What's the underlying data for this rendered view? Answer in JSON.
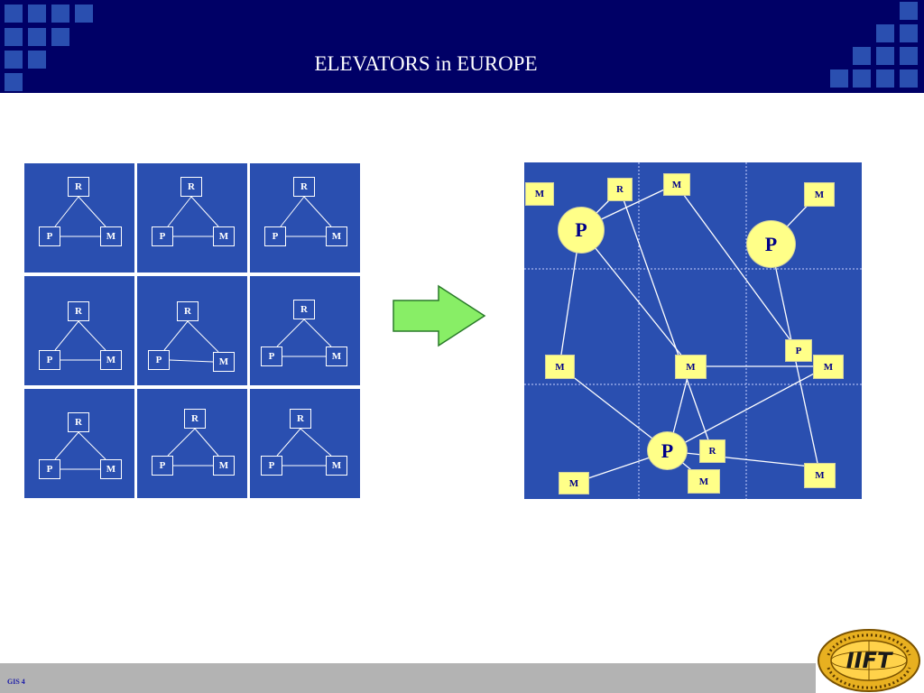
{
  "header": {
    "title": "ELEVATORS in EUROPE"
  },
  "footer": {
    "label": "GIS 4"
  },
  "colors": {
    "header_bg": "#000066",
    "panel_bg": "#2a4fb0",
    "node_fill": "#ffff88",
    "arrow_fill": "#88ee66"
  },
  "left_grid": {
    "cells": [
      {
        "top": "R",
        "left": "P",
        "right": "M"
      },
      {
        "top": "R",
        "left": "P",
        "right": "M"
      },
      {
        "top": "R",
        "left": "P",
        "right": "M"
      },
      {
        "top": "R",
        "left": "P",
        "right": "M"
      },
      {
        "top": "R",
        "left": "P",
        "right": "M"
      },
      {
        "top": "R",
        "left": "P",
        "right": "M"
      },
      {
        "top": "R",
        "left": "P",
        "right": "M"
      },
      {
        "top": "R",
        "left": "P",
        "right": "M"
      },
      {
        "top": "R",
        "left": "P",
        "right": "M"
      }
    ]
  },
  "arrow": {
    "icon": "right-arrow-icon"
  },
  "network": {
    "nodes": [
      {
        "id": "m1",
        "label": "M"
      },
      {
        "id": "r1",
        "label": "R"
      },
      {
        "id": "m2",
        "label": "M"
      },
      {
        "id": "m3",
        "label": "M"
      },
      {
        "id": "p1",
        "label": "P"
      },
      {
        "id": "p2",
        "label": "P"
      },
      {
        "id": "p3",
        "label": "P"
      },
      {
        "id": "m4",
        "label": "M"
      },
      {
        "id": "m5",
        "label": "M"
      },
      {
        "id": "m6",
        "label": "M"
      },
      {
        "id": "p4",
        "label": "P"
      },
      {
        "id": "r2",
        "label": "R"
      },
      {
        "id": "m7",
        "label": "M"
      },
      {
        "id": "m8",
        "label": "M"
      },
      {
        "id": "m9",
        "label": "M"
      }
    ]
  }
}
